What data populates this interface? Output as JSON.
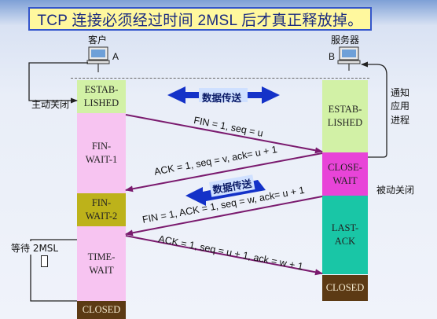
{
  "title": "TCP 连接必须经过时间 2MSL 后才真正释放掉。",
  "client": {
    "label": "客户",
    "letter": "A"
  },
  "server": {
    "label": "服务器",
    "letter": "B"
  },
  "client_states": [
    {
      "text": "ESTAB-\nLISHED",
      "color": "#d2f1a6"
    },
    {
      "text": "FIN-\nWAIT-1",
      "color": "#f7c4f1"
    },
    {
      "text": "FIN-\nWAIT-2",
      "color": "#bdb21a"
    },
    {
      "text": "TIME-\nWAIT",
      "color": "#f7c4f1"
    },
    {
      "text": "CLOSED",
      "color": "#5c3a14"
    }
  ],
  "server_states": [
    {
      "text": "ESTAB-\nLISHED",
      "color": "#d2f1a6"
    },
    {
      "text": "CLOSE-\nWAIT",
      "color": "#e844d8"
    },
    {
      "text": "LAST-\nACK",
      "color": "#19c6a6"
    },
    {
      "text": "CLOSED",
      "color": "#5c3a14"
    }
  ],
  "labels": {
    "active_close": "主动关闭",
    "passive_close": "被动关闭",
    "notify_app": "通知\n应用\n进程",
    "wait_2msl": "等待 2MSL",
    "data_transfer_1": "数据传送",
    "data_transfer_2": "数据传送"
  },
  "messages": [
    "FIN = 1, seq = u",
    "ACK = 1, seq = v, ack= u + 1",
    "FIN = 1, ACK = 1, seq = w, ack= u + 1",
    "ACK = 1, seq = u + 1, ack = w + 1"
  ],
  "colors": {
    "arrow": "#7a1a6e",
    "data_arrow": "#1432c8",
    "title_bg": "#fff89e",
    "title_border": "#3355cc"
  }
}
